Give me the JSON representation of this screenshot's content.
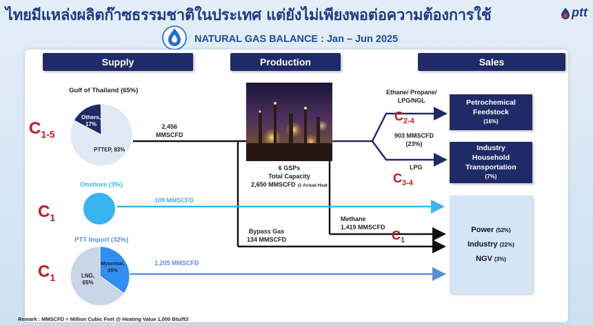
{
  "title_thai": "ไทยมีแหล่งผลิตก๊าซธรรมชาติในประเทศ แต่ยังไม่เพียงพอต่อความต้องการใช้",
  "logo_text": "ptt",
  "subtitle": "NATURAL GAS BALANCE : Jan – Jun 2025",
  "headers": {
    "supply": "Supply",
    "production": "Production",
    "sales": "Sales"
  },
  "supply": {
    "gulf_title": "Gulf of Thailand (65%)",
    "gulf_pie": [
      {
        "label": "Others, 17%",
        "value": 17,
        "color": "#1f2b66"
      },
      {
        "label": "PTTEP, 83%",
        "value": 83,
        "color": "#dfe9f5"
      }
    ],
    "gulf_others_l1": "Others,",
    "gulf_others_l2": "17%",
    "gulf_pttep": "PTTEP, 83%",
    "onshore_title": "Onshore (3%)",
    "import_title": "PTT Import (32%)",
    "import_pie": [
      {
        "label": "Myanmar, 35%",
        "value": 35,
        "color": "#2f8ef0"
      },
      {
        "label": "LNG, 65%",
        "value": 65,
        "color": "#c8d6e8"
      }
    ],
    "import_myanmar_l1": "Myanmar,",
    "import_myanmar_l2": "35%",
    "import_lng_l1": "LNG,",
    "import_lng_l2": "65%"
  },
  "carbon": {
    "c": "C",
    "sub_1_5": "1-5",
    "sub_1": "1",
    "sub_2_4": "2-4",
    "sub_3_4": "3-4"
  },
  "flows": {
    "gulf_value": "2,456",
    "gulf_unit": "MMSCFD",
    "onshore": "109 MMSCFD",
    "import": "1,205 MMSCFD",
    "bypass_l1": "Bypass Gas",
    "bypass_l2": "134 MMSCFD",
    "methane_l1": "Methane",
    "methane_l2": "1,419 MMSCFD",
    "ethane_l1": "Ethane/ Propane/",
    "ethane_l2": "LPG/NGL",
    "mid": "903 MMSCFD",
    "mid_pct": "(23%)",
    "lpg": "LPG"
  },
  "production": {
    "gsp_l1": "6 GSPs",
    "gsp_l2": "Total Capacity",
    "gsp_l3": "2,650 MMSCFD",
    "gsp_note": "@ Actual Heat"
  },
  "sales": {
    "petro_l1": "Petrochemical",
    "petro_l2": "Feedstock",
    "petro_pct": "(16%)",
    "ind_l1": "Industry",
    "ind_l2": "Household",
    "ind_l3": "Transportation",
    "ind_pct": "(7%)",
    "power": "Power",
    "power_pct": "(52%)",
    "industry": "Industry",
    "industry_pct": "(22%)",
    "ngv": "NGV",
    "ngv_pct": "(3%)"
  },
  "colors": {
    "navy": "#1f2b66",
    "red": "#c4161c",
    "blue_flow": "#39b4ef",
    "blue_flow2": "#5b8fd6",
    "accent": "#1d4d9c"
  },
  "remark": "Remark : MMSCFD = Million Cubic Feet @ Heating Value 1,000 Btu/ft3"
}
